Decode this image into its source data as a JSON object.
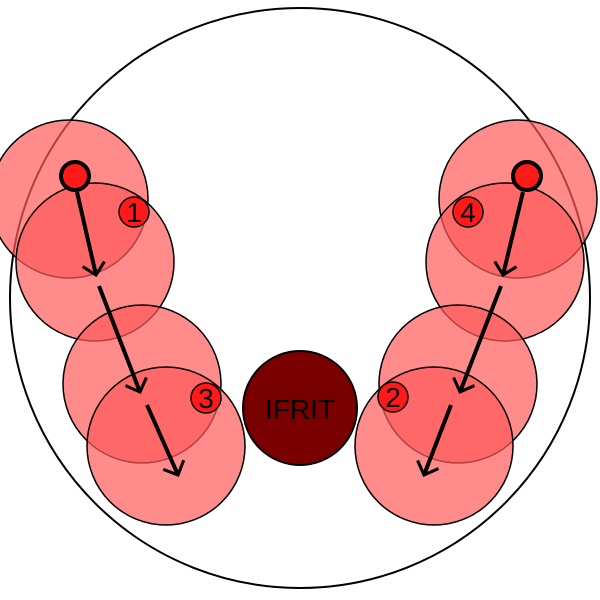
{
  "boss": {
    "label": "IFRIT",
    "color": "#7a0000"
  },
  "colors": {
    "aoe_fill": "#ff5a5a",
    "marker_fill": "#ff1a1a",
    "outline": "#000000",
    "arena_fill": "#ffffff"
  },
  "step_labels": [
    "1",
    "2",
    "3",
    "4"
  ]
}
